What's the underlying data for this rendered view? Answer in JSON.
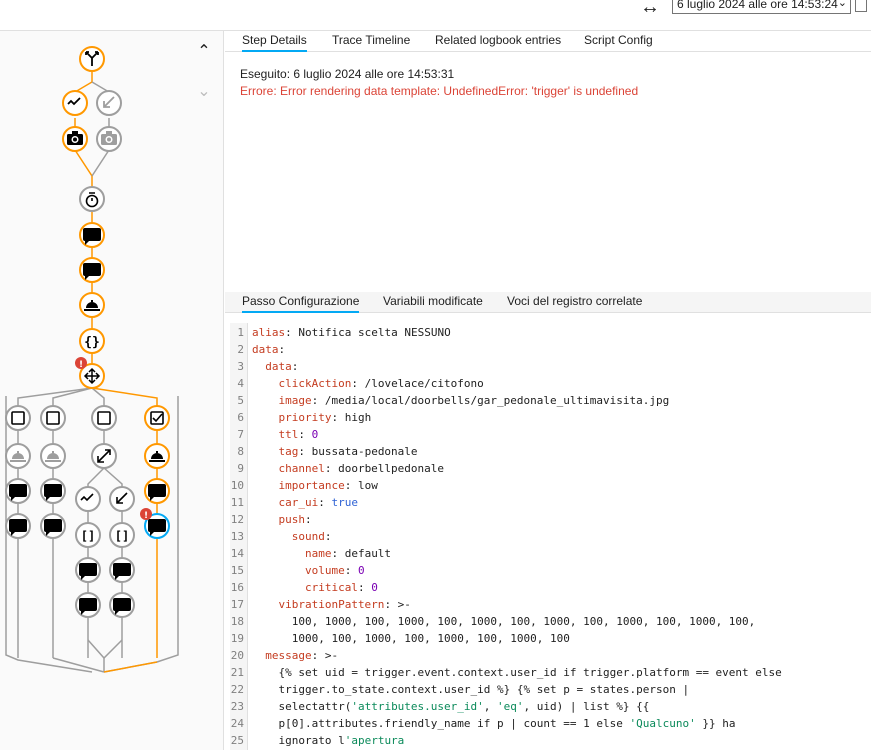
{
  "header": {
    "nav_icon": "↔",
    "run_selector_value": "6 luglio 2024 alle ore 14:53:24"
  },
  "graph": {
    "collapse_up_icon": "chevron-up-icon",
    "collapse_down_icon": "chevron-down-icon",
    "colors": {
      "active": "#ff9800",
      "inactive": "#9e9e9e",
      "error": "#db4437",
      "current": "#03a9f4"
    }
  },
  "top_tabs": [
    {
      "label": "Step Details",
      "active": true
    },
    {
      "label": "Trace Timeline",
      "active": false
    },
    {
      "label": "Related logbook entries",
      "active": false
    },
    {
      "label": "Script Config",
      "active": false
    }
  ],
  "details": {
    "executed": "Eseguito: 6 luglio 2024 alle ore 14:53:31",
    "error": "Errore: Error rendering data template: UndefinedError: 'trigger' is undefined"
  },
  "bottom_tabs": [
    {
      "label": "Passo Configurazione",
      "active": true
    },
    {
      "label": "Variabili modificate",
      "active": false
    },
    {
      "label": "Voci del registro correlate",
      "active": false
    }
  ],
  "code_lines": [
    {
      "n": "1",
      "indent": 0,
      "parts": [
        [
          "k",
          "alias"
        ],
        [
          "t",
          ": Notifica scelta NESSUNO"
        ]
      ]
    },
    {
      "n": "2",
      "indent": 0,
      "parts": [
        [
          "k",
          "data"
        ],
        [
          "t",
          ":"
        ]
      ]
    },
    {
      "n": "3",
      "indent": 2,
      "parts": [
        [
          "k",
          "data"
        ],
        [
          "t",
          ":"
        ]
      ]
    },
    {
      "n": "4",
      "indent": 4,
      "parts": [
        [
          "k",
          "clickAction"
        ],
        [
          "t",
          ": /lovelace/citofono"
        ]
      ]
    },
    {
      "n": "5",
      "indent": 4,
      "parts": [
        [
          "k",
          "image"
        ],
        [
          "t",
          ": /media/local/doorbells/gar_pedonale_ultimavisita.jpg"
        ]
      ]
    },
    {
      "n": "6",
      "indent": 4,
      "parts": [
        [
          "k",
          "priority"
        ],
        [
          "t",
          ": high"
        ]
      ]
    },
    {
      "n": "7",
      "indent": 4,
      "parts": [
        [
          "k",
          "ttl"
        ],
        [
          "t",
          ": "
        ],
        [
          "n",
          "0"
        ]
      ]
    },
    {
      "n": "8",
      "indent": 4,
      "parts": [
        [
          "k",
          "tag"
        ],
        [
          "t",
          ": bussata-pedonale"
        ]
      ]
    },
    {
      "n": "9",
      "indent": 4,
      "parts": [
        [
          "k",
          "channel"
        ],
        [
          "t",
          ": doorbellpedonale"
        ]
      ]
    },
    {
      "n": "10",
      "indent": 4,
      "parts": [
        [
          "k",
          "importance"
        ],
        [
          "t",
          ": low"
        ]
      ]
    },
    {
      "n": "11",
      "indent": 4,
      "parts": [
        [
          "k",
          "car_ui"
        ],
        [
          "t",
          ": "
        ],
        [
          "b",
          "true"
        ]
      ]
    },
    {
      "n": "12",
      "indent": 4,
      "parts": [
        [
          "k",
          "push"
        ],
        [
          "t",
          ":"
        ]
      ]
    },
    {
      "n": "13",
      "indent": 6,
      "parts": [
        [
          "k",
          "sound"
        ],
        [
          "t",
          ":"
        ]
      ]
    },
    {
      "n": "14",
      "indent": 8,
      "parts": [
        [
          "k",
          "name"
        ],
        [
          "t",
          ": default"
        ]
      ]
    },
    {
      "n": "15",
      "indent": 8,
      "parts": [
        [
          "k",
          "volume"
        ],
        [
          "t",
          ": "
        ],
        [
          "n",
          "0"
        ]
      ]
    },
    {
      "n": "16",
      "indent": 8,
      "parts": [
        [
          "k",
          "critical"
        ],
        [
          "t",
          ": "
        ],
        [
          "n",
          "0"
        ]
      ]
    },
    {
      "n": "17",
      "indent": 4,
      "parts": [
        [
          "k",
          "vibrationPattern"
        ],
        [
          "t",
          ": >-"
        ]
      ]
    },
    {
      "n": "18",
      "indent": 6,
      "parts": [
        [
          "t",
          "100, 1000, 100, 1000, 100, 1000, 100, 1000, 100, 1000, 100, 1000, 100,"
        ]
      ]
    },
    {
      "n": "19",
      "indent": 6,
      "parts": [
        [
          "t",
          "1000, 100, 1000, 100, 1000, 100, 1000, 100"
        ]
      ]
    },
    {
      "n": "20",
      "indent": 2,
      "parts": [
        [
          "k",
          "message"
        ],
        [
          "t",
          ": >-"
        ]
      ]
    },
    {
      "n": "21",
      "indent": 4,
      "parts": [
        [
          "t",
          "{% set uid = trigger.event.context.user_id if trigger.platform == event else"
        ]
      ]
    },
    {
      "n": "22",
      "indent": 4,
      "parts": [
        [
          "t",
          "trigger.to_state.context.user_id %} {% set p = states.person |"
        ]
      ]
    },
    {
      "n": "23",
      "indent": 4,
      "parts": [
        [
          "t",
          "selectattr("
        ],
        [
          "s",
          "'attributes.user_id'"
        ],
        [
          "t",
          ", "
        ],
        [
          "s",
          "'eq'"
        ],
        [
          "t",
          ", uid) | list %} {{"
        ]
      ]
    },
    {
      "n": "24",
      "indent": 4,
      "parts": [
        [
          "t",
          "p[0].attributes.friendly_name if p | count == 1 else "
        ],
        [
          "s",
          "'Qualcuno'"
        ],
        [
          "t",
          " }} ha"
        ]
      ]
    },
    {
      "n": "25",
      "indent": 4,
      "parts": [
        [
          "t",
          "ignorato l"
        ],
        [
          "s",
          "'apertura"
        ]
      ]
    }
  ]
}
